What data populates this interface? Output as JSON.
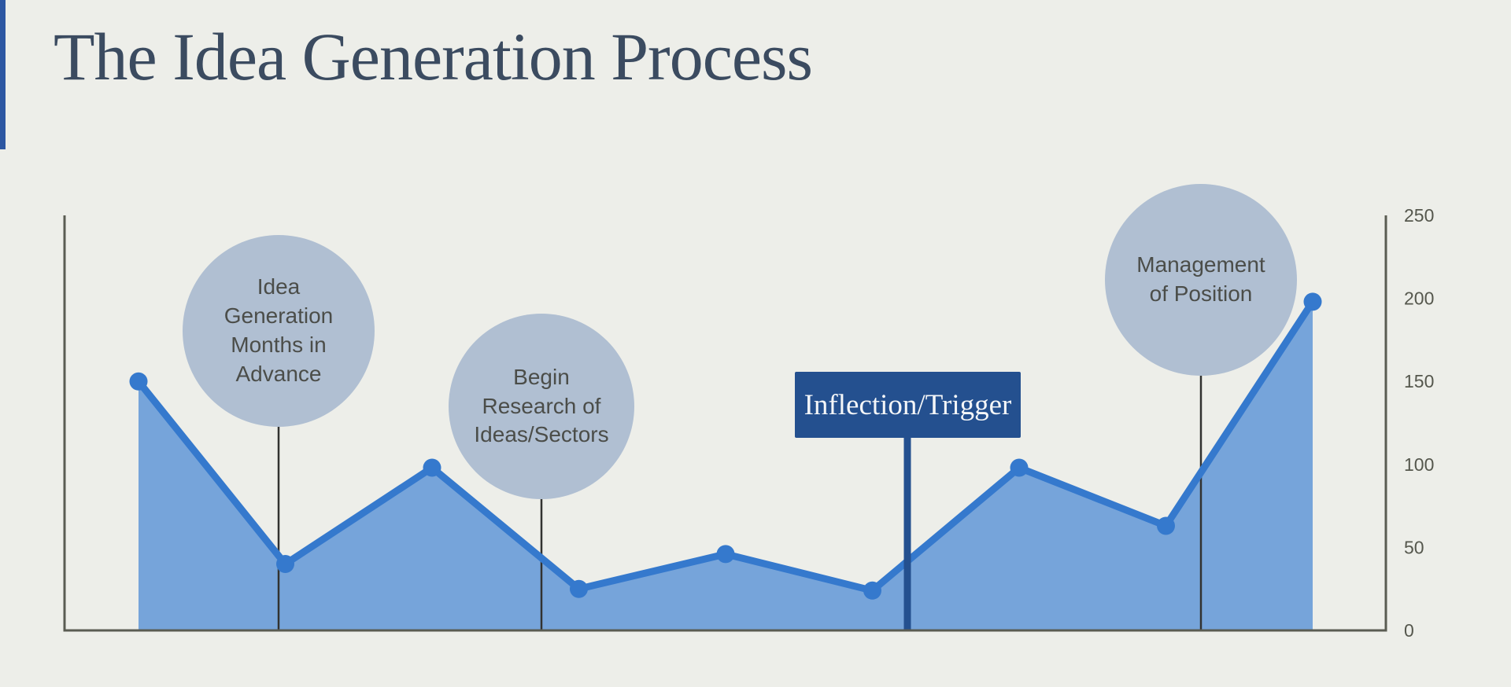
{
  "header": {
    "title": "The Idea Generation Process"
  },
  "colors": {
    "background": "#edeee9",
    "accent_bar": "#2d57a2",
    "title_text": "#3b4b60",
    "axis_line": "#5a5c52",
    "tick_text": "#55574d",
    "area_fill": "#76a4da",
    "line_stroke": "#3579cd",
    "annotation_circle_fill": "#b0bfd2",
    "annotation_text": "#4b4d49",
    "trigger_box_fill": "#24508f",
    "trigger_box_text": "#f4f6f8",
    "stem_line": "#323230"
  },
  "chart_data": {
    "type": "area",
    "title": "The Idea Generation Process",
    "values": [
      150,
      40,
      98,
      25,
      46,
      24,
      98,
      63,
      198
    ],
    "yticks": [
      250,
      200,
      150,
      100,
      50,
      0
    ],
    "ylim": [
      0,
      250
    ],
    "xlabel": "",
    "ylabel": "",
    "grid": false,
    "legend": false,
    "markers": true,
    "annotations": [
      {
        "shape": "circle",
        "label": "Idea\nGeneration\nMonths in\nAdvance"
      },
      {
        "shape": "circle",
        "label": "Begin\nResearch of\nIdeas/Sectors"
      },
      {
        "shape": "rect",
        "label": "Inflection/Trigger"
      },
      {
        "shape": "circle",
        "label": "Management\nof Position"
      }
    ]
  }
}
